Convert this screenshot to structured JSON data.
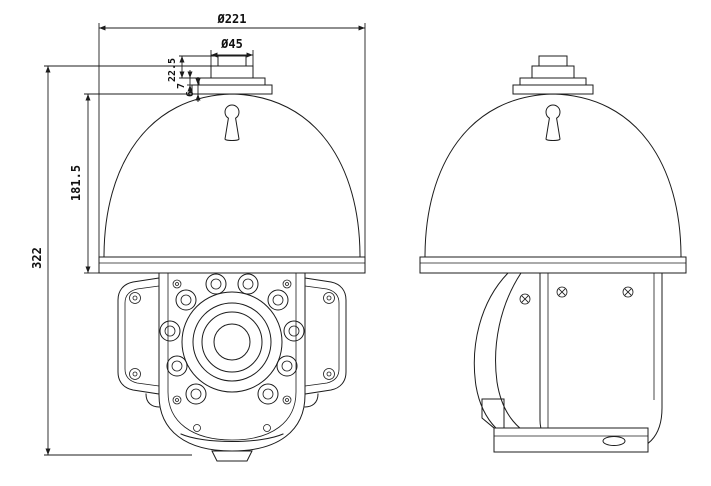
{
  "drawing": {
    "dimensions": {
      "overall_width": "Ø221",
      "top_fitting_diameter": "Ø45",
      "cap_height": "22.5",
      "flange_height": "7",
      "collar_height": "6",
      "dome_height": "181.5",
      "overall_height": "322"
    },
    "colors": {
      "line": "#1c1c1c",
      "background": "#ffffff"
    }
  }
}
